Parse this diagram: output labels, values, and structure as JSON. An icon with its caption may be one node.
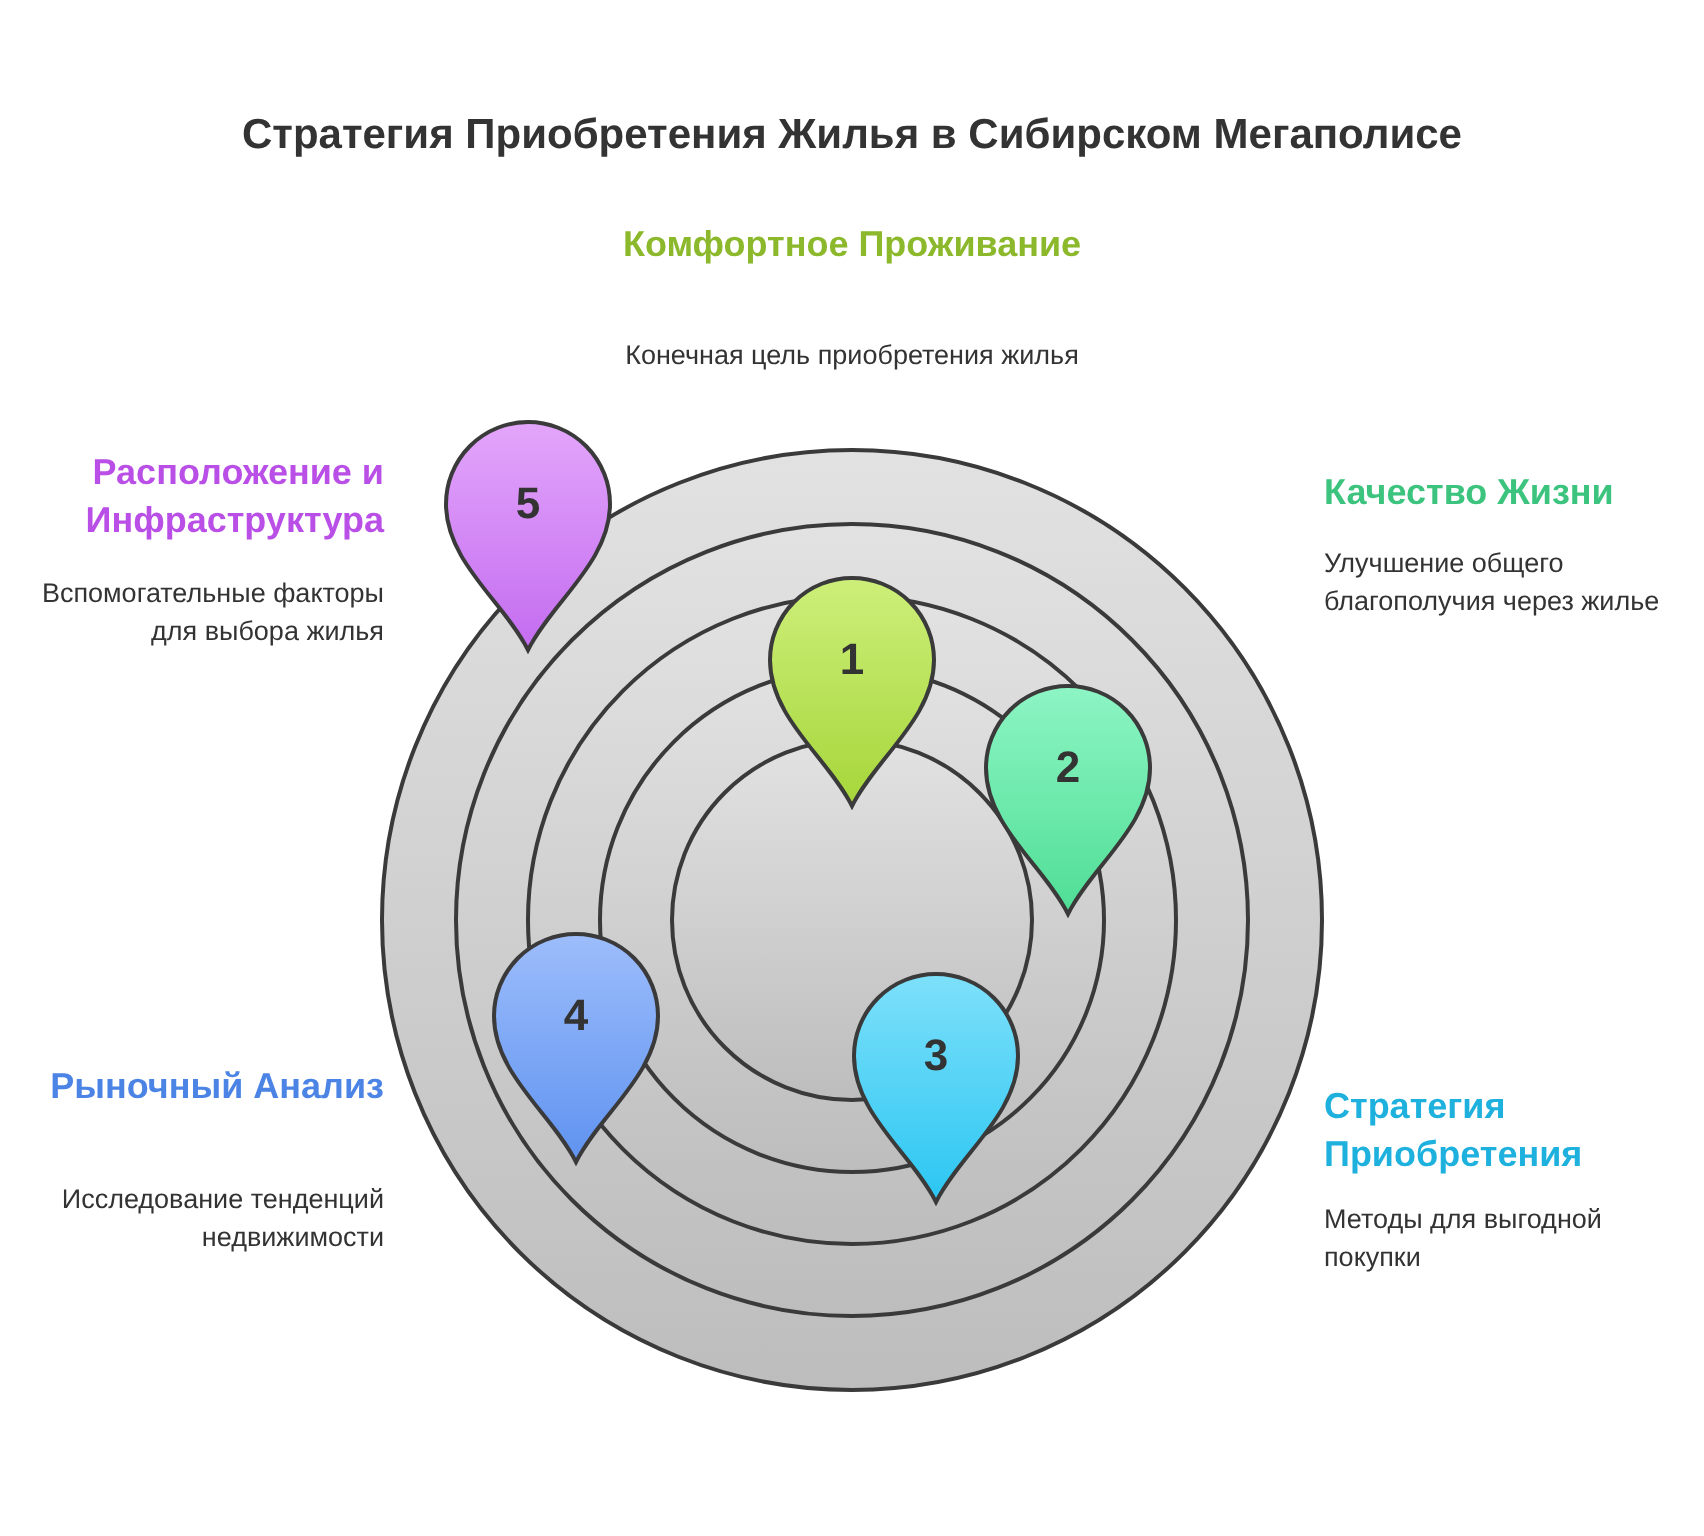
{
  "diagram": {
    "title": "Стратегия Приобретения Жилья в Сибирском Мегаполисе",
    "nodes": [
      {
        "text": [
          "5"
        ]
      },
      {
        "text": [
          "1"
        ]
      },
      {
        "text": [
          "2"
        ]
      },
      {
        "text": [
          "4"
        ]
      },
      {
        "text": [
          "3"
        ]
      }
    ],
    "edges": [],
    "labels": [
      "Комфортное Проживание",
      "Конечная цель приобретения жилья",
      "Расположение и Инфраструктура",
      "Качество Жизни",
      "Вспомогательные факторы для выбора жилья",
      "Улучшение общего благополучия через жилье",
      "Рыночный Анализ",
      "Стратегия Приобретения",
      "Исследование тенденций недвижимости",
      "Методы для выгодной покупки"
    ]
  }
}
